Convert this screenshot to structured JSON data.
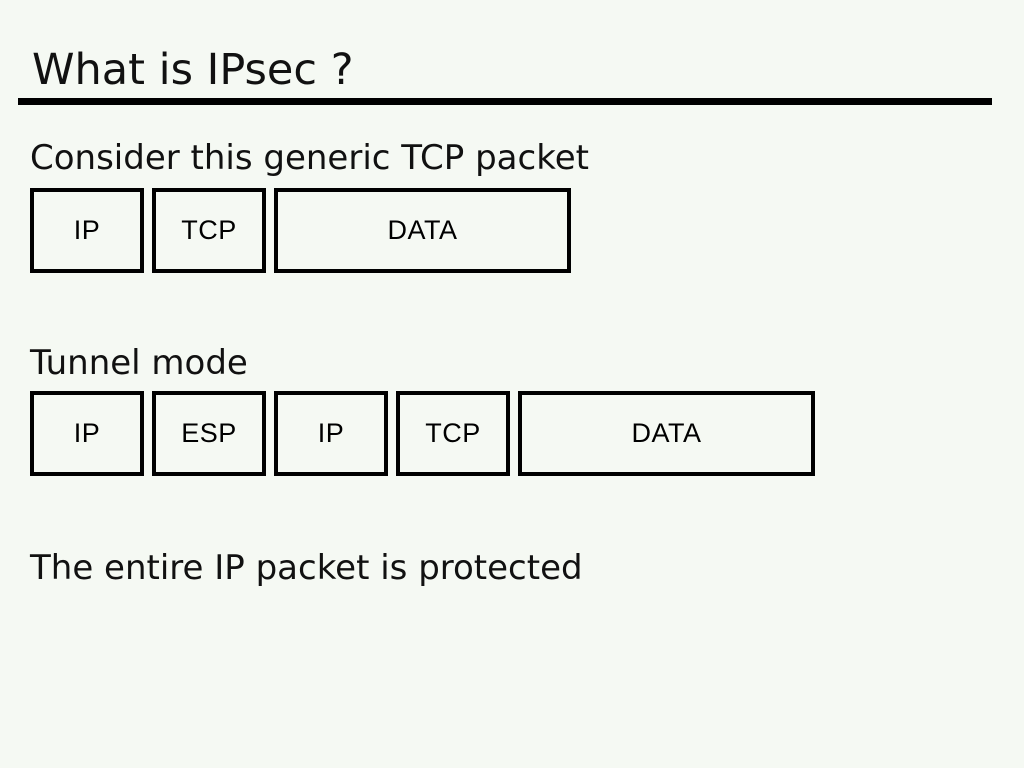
{
  "slide": {
    "title": "What is IPsec ?",
    "background_color": "#f5f9f3",
    "text_color": "#111111",
    "rule_color": "#000000",
    "box_border_color": "#000000"
  },
  "sections": [
    {
      "heading": "Consider this generic TCP packet",
      "segments": [
        {
          "label": "IP",
          "size": "small"
        },
        {
          "label": "TCP",
          "size": "small"
        },
        {
          "label": "DATA",
          "size": "wide"
        }
      ]
    },
    {
      "heading": "Tunnel mode",
      "segments": [
        {
          "label": "IP",
          "size": "small"
        },
        {
          "label": "ESP",
          "size": "small"
        },
        {
          "label": "IP",
          "size": "small"
        },
        {
          "label": "TCP",
          "size": "small"
        },
        {
          "label": "DATA",
          "size": "wide"
        }
      ]
    },
    {
      "heading": "The entire IP packet is protected",
      "segments": []
    }
  ]
}
